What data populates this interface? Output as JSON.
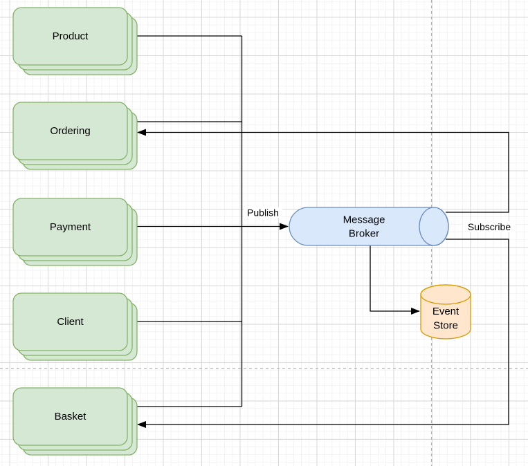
{
  "diagram": {
    "services": [
      {
        "label": "Product"
      },
      {
        "label": "Ordering"
      },
      {
        "label": "Payment"
      },
      {
        "label": "Client"
      },
      {
        "label": "Basket"
      }
    ],
    "broker": {
      "line1": "Message",
      "line2": "Broker"
    },
    "event_store": {
      "line1": "Event",
      "line2": "Store"
    },
    "edge_labels": {
      "publish": "Publish",
      "subscribe": "Subscribe"
    },
    "colors": {
      "service_fill": "#d5e8d4",
      "service_stroke": "#82b366",
      "broker_fill": "#dae8fc",
      "broker_stroke": "#6c8ebf",
      "event_store_fill": "#ffe6cc",
      "event_store_stroke": "#d79b00",
      "connector": "#000000",
      "page_divider": "#b0b0b0",
      "grid_minor": "#f3f3f3",
      "grid_major": "#d9d9d9"
    }
  }
}
